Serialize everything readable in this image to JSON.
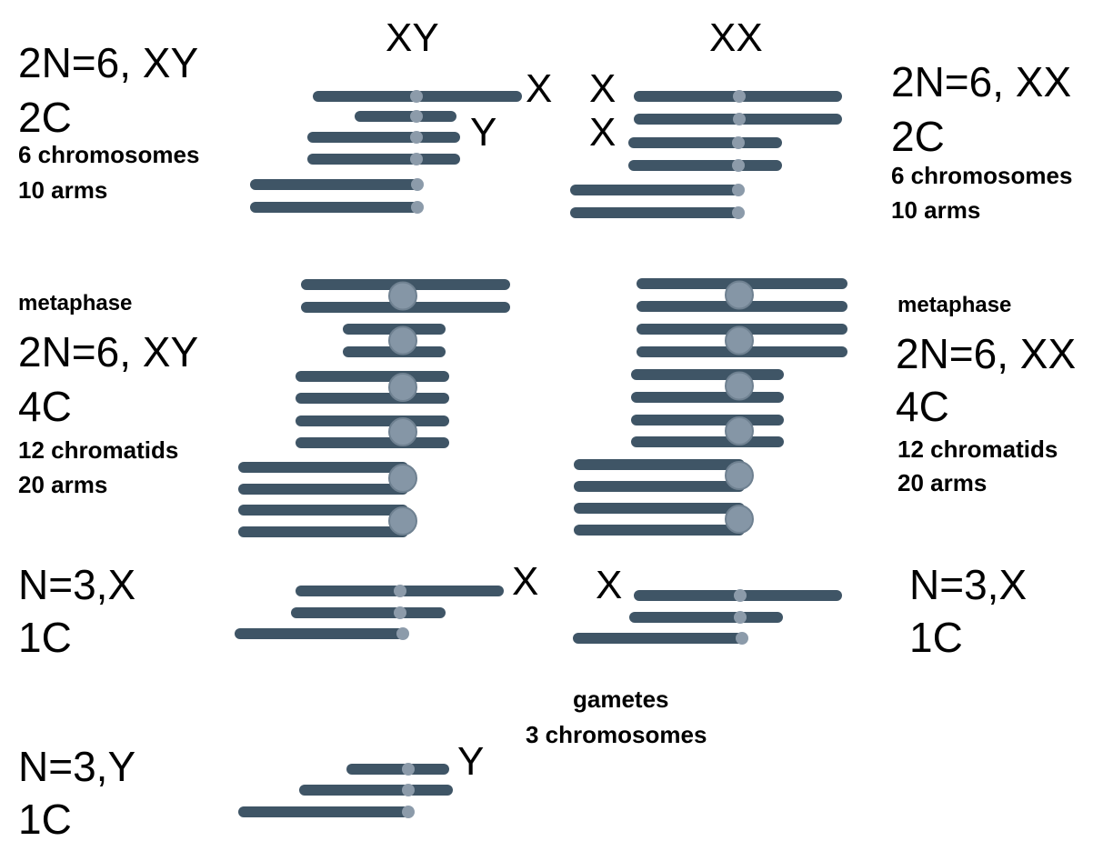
{
  "colors": {
    "arm": "#3f5566",
    "centromere_small": "#8c9baa",
    "centromere_large": "#8596a6",
    "centromere_ring": "#6f8191"
  },
  "labels": {
    "male_top": {
      "ploidy": "2N=6, XY",
      "content": "2C",
      "count": "6 chromosomes",
      "arms": "10 arms"
    },
    "female_top": {
      "ploidy": "2N=6, XX",
      "content": "2C",
      "count": "6 chromosomes",
      "arms": "10 arms"
    },
    "male_meta": {
      "stage": "metaphase",
      "ploidy": "2N=6, XY",
      "content": "4C",
      "count": "12 chromatids",
      "arms": "20 arms"
    },
    "female_meta": {
      "stage": "metaphase",
      "ploidy": "2N=6, XX",
      "content": "4C",
      "count": "12 chromatids",
      "arms": "20 arms"
    },
    "male_gamete_x": {
      "ploidy": "N=3,X",
      "content": "1C"
    },
    "female_gamete_x": {
      "ploidy": "N=3,X",
      "content": "1C"
    },
    "male_gamete_y": {
      "ploidy": "N=3,Y",
      "content": "1C"
    },
    "gametes": {
      "title": "gametes",
      "count": "3 chromosomes"
    },
    "headers": {
      "male": "XY",
      "female": "XX"
    },
    "sex_chrom": {
      "male_x": "X",
      "male_y": "Y",
      "female_x1": "X",
      "female_x2": "X",
      "gamete_male_x": "X",
      "gamete_female_x": "X",
      "gamete_y": "Y"
    }
  }
}
